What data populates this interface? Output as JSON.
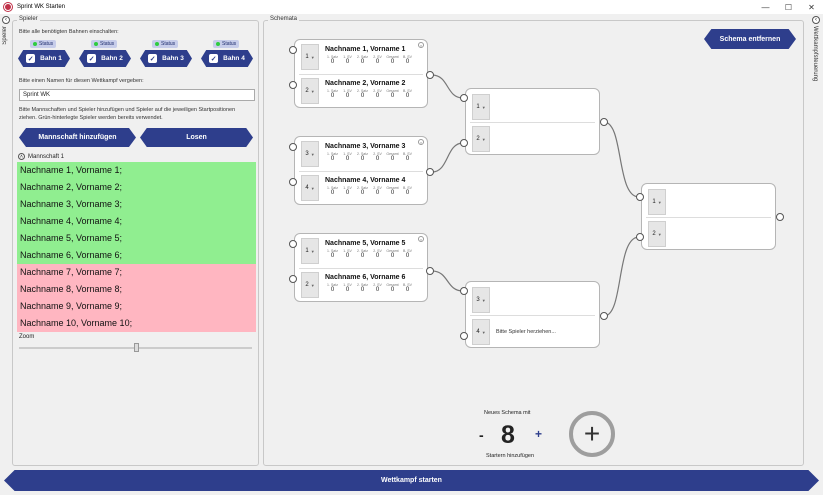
{
  "window": {
    "title": "Sprint WK Starten"
  },
  "rails": {
    "left_label": "Spieler",
    "right_label": "Wettkampfsteuerung"
  },
  "spieler": {
    "legend": "Spieler",
    "bahnen_hint": "Bitte alle benötigten Bahnen einschalten:",
    "status_label": "Status",
    "bahnen": [
      "Bahn 1",
      "Bahn 2",
      "Bahn 3",
      "Bahn 4"
    ],
    "name_hint": "Bitte einen Namen für diesen Wettkampf vergeben:",
    "name_value": "Sprint WK",
    "team_hint_1": "Bitte Mannschaften und Spieler hinzufügen und Spieler auf die jeweiligen Startpositionen",
    "team_hint_2": "ziehen. Grün-hinterlegte Spieler werden bereits verwendet.",
    "add_team_label": "Mannschaft hinzufügen",
    "draw_label": "Losen",
    "team_name": "Mannschaft 1",
    "players_used": [
      "Nachname 1, Vorname 1;",
      "Nachname 2, Vorname 2;",
      "Nachname 3, Vorname 3;",
      "Nachname 4, Vorname 4;",
      "Nachname 5, Vorname 5;",
      "Nachname 6, Vorname 6;"
    ],
    "players_free": [
      "Nachname 7, Vorname 7;",
      "Nachname 8, Vorname 8;",
      "Nachname 9, Vorname 9;",
      "Nachname 10, Vorname 10;"
    ],
    "zoom_label": "Zoom",
    "zoom_level": 0.5
  },
  "schemata": {
    "legend": "Schemata",
    "remove_label": "Schema entfernen",
    "score_headers": [
      "1. Satz",
      "1. SV",
      "2. Satz",
      "2. SV",
      "Gesamt",
      "B. SV"
    ],
    "r1": [
      {
        "a_pos": "1",
        "a_name": "Nachname 1, Vorname 1",
        "a_scores": [
          "0",
          "0",
          "0",
          "0",
          "0",
          "0"
        ],
        "b_pos": "2",
        "b_name": "Nachname 2, Vorname 2",
        "b_scores": [
          "0",
          "0",
          "0",
          "0",
          "0",
          "0"
        ]
      },
      {
        "a_pos": "3",
        "a_name": "Nachname 3, Vorname 3",
        "a_scores": [
          "0",
          "0",
          "0",
          "0",
          "0",
          "0"
        ],
        "b_pos": "4",
        "b_name": "Nachname 4, Vorname 4",
        "b_scores": [
          "0",
          "0",
          "0",
          "0",
          "0",
          "0"
        ]
      },
      {
        "a_pos": "1",
        "a_name": "Nachname 5, Vorname 5",
        "a_scores": [
          "0",
          "0",
          "0",
          "0",
          "0",
          "0"
        ],
        "b_pos": "2",
        "b_name": "Nachname 6, Vorname 6",
        "b_scores": [
          "0",
          "0",
          "0",
          "0",
          "0",
          "0"
        ]
      }
    ],
    "r2": [
      {
        "a_pos": "1",
        "b_pos": "2",
        "b_hint": ""
      },
      {
        "a_pos": "3",
        "b_pos": "4",
        "b_hint": "Bitte Spieler herziehen..."
      }
    ],
    "final": {
      "a_pos": "1",
      "b_pos": "2"
    },
    "new_schema_label": "Neues Schema mit",
    "counter_minus": "-",
    "counter_value": "8",
    "counter_plus": "+",
    "counter_caption": "Startern hinzufügen",
    "add_symbol": "+"
  },
  "start_label": "Wettkampf starten",
  "colors": {
    "accent": "#2e3e8c",
    "used": "#90ee90",
    "free": "#ffb6c1"
  }
}
